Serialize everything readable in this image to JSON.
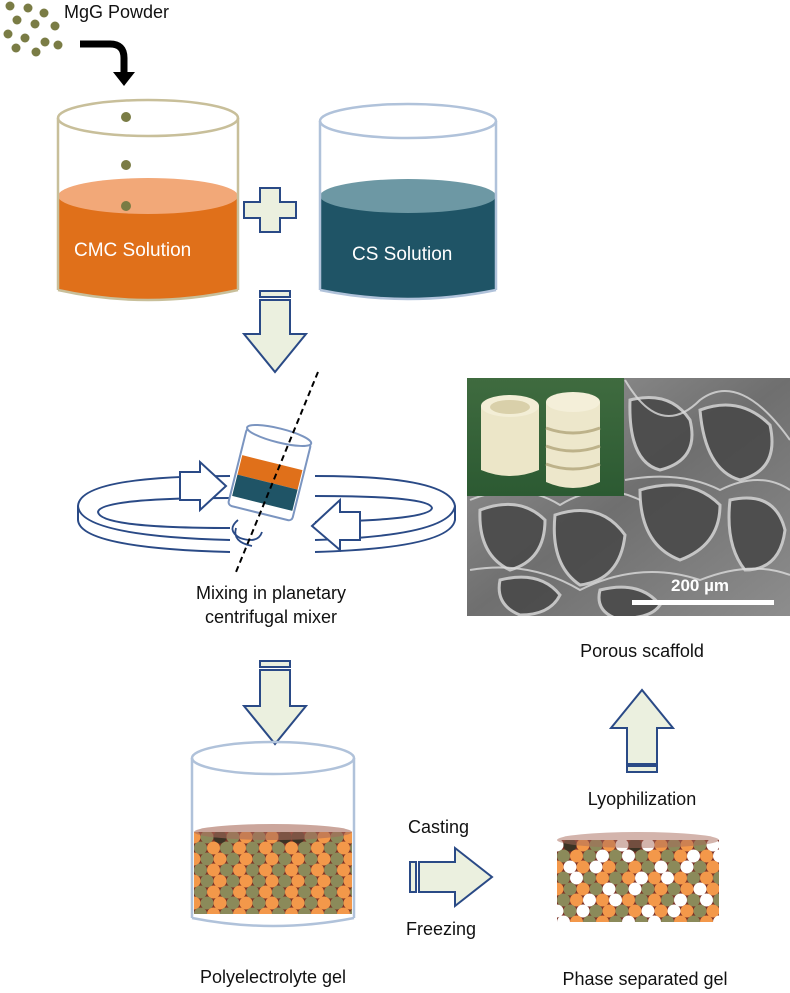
{
  "labels": {
    "powder": "MgG Powder",
    "cmc": "CMC Solution",
    "cs": "CS Solution",
    "mixing_line1": "Mixing in planetary",
    "mixing_line2": "centrifugal mixer",
    "porous": "Porous scaffold",
    "scale_bar": "200 µm",
    "lyophilization": "Lyophilization",
    "casting": "Casting",
    "freezing": "Freezing",
    "polyelectrolyte": "Polyelectrolyte gel",
    "phase": "Phase separated gel"
  },
  "colors": {
    "cmc_liquid": "#e0701a",
    "cs_liquid": "#1f5466",
    "powder": "#7a7c45",
    "orange_particle": "#f3984a",
    "olive_particle": "#8b8a5a",
    "dark_particle": "#3c3325",
    "arrow_fill": "#ebf0df",
    "arrow_stroke": "#2a4a86",
    "beaker_stroke": "#b0c2da"
  }
}
